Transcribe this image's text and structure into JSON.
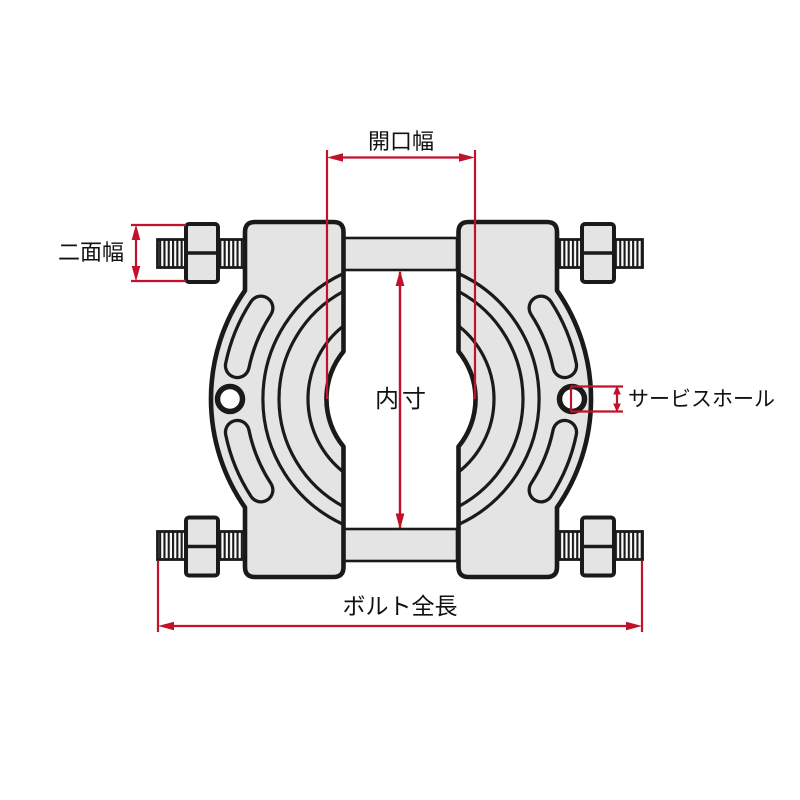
{
  "diagram": {
    "labels": {
      "opening_width": "開口幅",
      "width_across_flats": "二面幅",
      "inner_dimension": "内寸",
      "service_hole": "サービスホール",
      "bolt_overall_length": "ボルト全長"
    },
    "colors": {
      "dimension_red": "#c2122b",
      "outline": "#1a1a1a",
      "body_fill": "#e4e4e4",
      "background": "#ffffff"
    }
  }
}
